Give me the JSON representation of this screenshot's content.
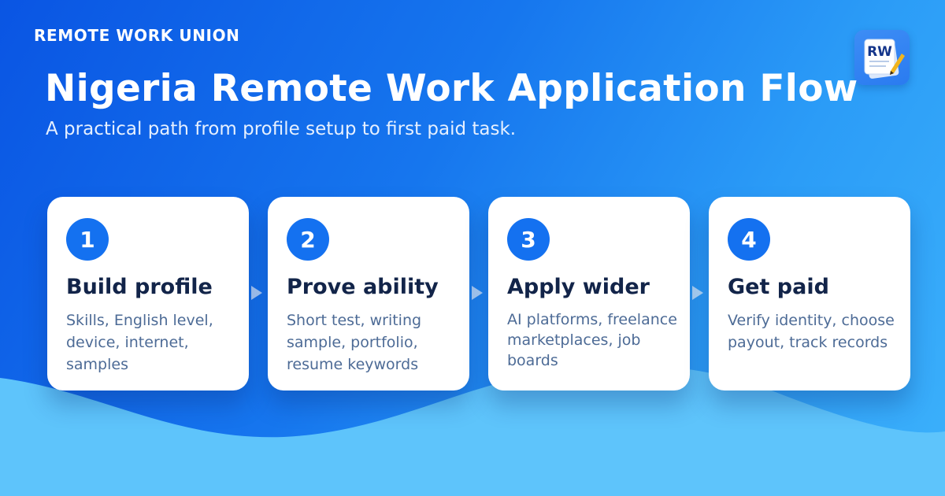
{
  "brand": "REMOTE WORK UNION",
  "logo_text": "RW",
  "title": "Nigeria Remote Work Application Flow",
  "subtitle": "A practical path from profile setup to first paid task.",
  "steps": [
    {
      "number": "1",
      "title": "Build profile",
      "description": "Skills, English level, device, internet, samples"
    },
    {
      "number": "2",
      "title": "Prove ability",
      "description": "Short test, writing sample, portfolio, resume keywords"
    },
    {
      "number": "3",
      "title": "Apply wider",
      "description": "AI platforms, freelance marketplaces, job boards"
    },
    {
      "number": "4",
      "title": "Get paid",
      "description": "Verify identity, choose payout, track records"
    }
  ],
  "colors": {
    "background_start": "#0a55e3",
    "background_end": "#3cb1fb",
    "wave": "#5ec4fb",
    "accent": "#1471f0",
    "card": "#ffffff",
    "heading_text": "#122449",
    "body_text": "#4d6b96"
  },
  "icons": {
    "logo": "notepad-pencil-icon",
    "step_arrow": "arrow-right-icon"
  }
}
